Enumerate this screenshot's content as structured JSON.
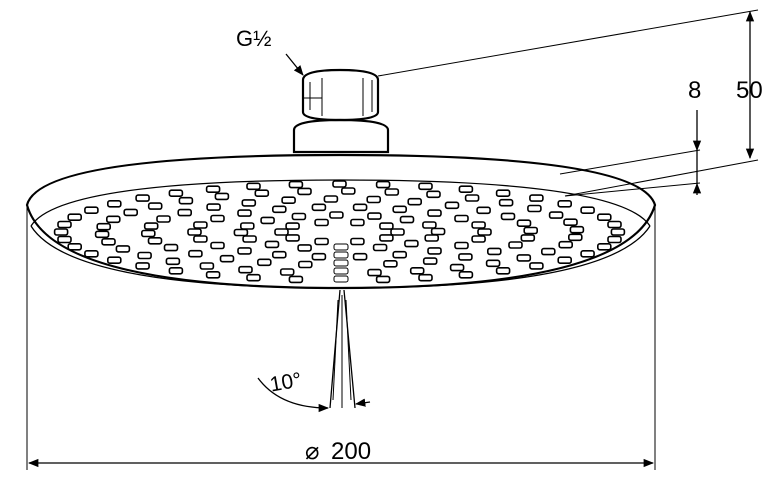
{
  "labels": {
    "thread": "G½",
    "height_total": "50",
    "height_plate": "8",
    "angle": "10°",
    "diameter_symbol": "⌀",
    "diameter_value": "200"
  }
}
